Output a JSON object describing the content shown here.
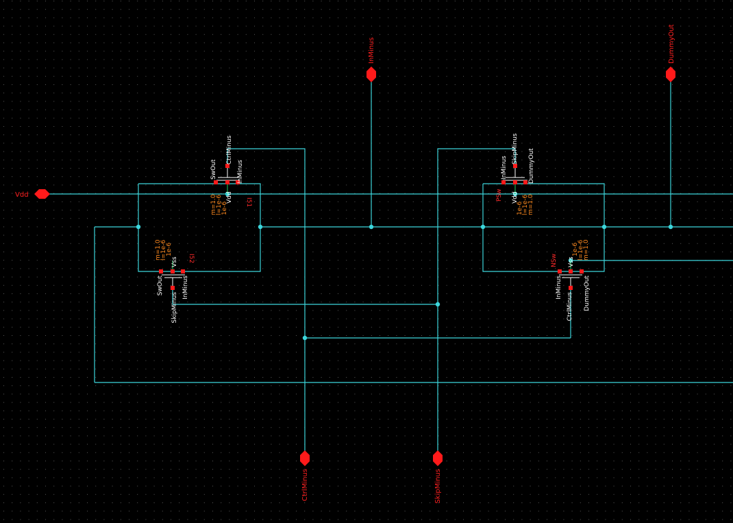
{
  "schematic": {
    "colors": {
      "background": "#000000",
      "grid_dot": "#5a5a5a",
      "wire": "#3cd6dc",
      "pin": "#ff1a1a",
      "pin_label": "#ff2020",
      "device_param": "#ff8a1f",
      "device_label": "#ffffff"
    },
    "pins": {
      "inminus": "InMinus",
      "dummyout": "DummyOut",
      "vdd": "Vdd",
      "ctrlminus": "CtrlMinus",
      "skipminus": "SkipMinus"
    },
    "devices": {
      "i51": {
        "instance": "I51",
        "terms": {
          "sw_out": "SwOut",
          "ctrl_minus": "CtrlMinus",
          "in_minus": "InMinus",
          "vdd": "Vdd"
        },
        "params": [
          "m=1.0",
          "l=1e-6",
          "1e-6"
        ]
      },
      "i52": {
        "instance": "I52",
        "terms": {
          "sw_out": "SwOut",
          "skip_minus": "SkipMinus",
          "in_minus": "InMinus",
          "vss": "Vss"
        },
        "params": [
          "m=1.0",
          "l=1e-6",
          "1e-6"
        ]
      },
      "psw": {
        "instance": "PSw",
        "terms": {
          "in_minus": "InMinus",
          "skip_minus": "SkipMinus",
          "dummy_out": "DummyOut",
          "vdd": "Vdd"
        },
        "params": [
          "1e-6",
          "l=1e-6",
          "m=1.0"
        ]
      },
      "nsw": {
        "instance": "NSw",
        "terms": {
          "in_minus": "InMinus",
          "ctrl_minus": "CtrlMinus",
          "dummy_out": "DummyOut",
          "vss": "Vss"
        },
        "params": [
          "1e-6",
          "l=1e-6",
          "m=1.0"
        ]
      }
    }
  }
}
